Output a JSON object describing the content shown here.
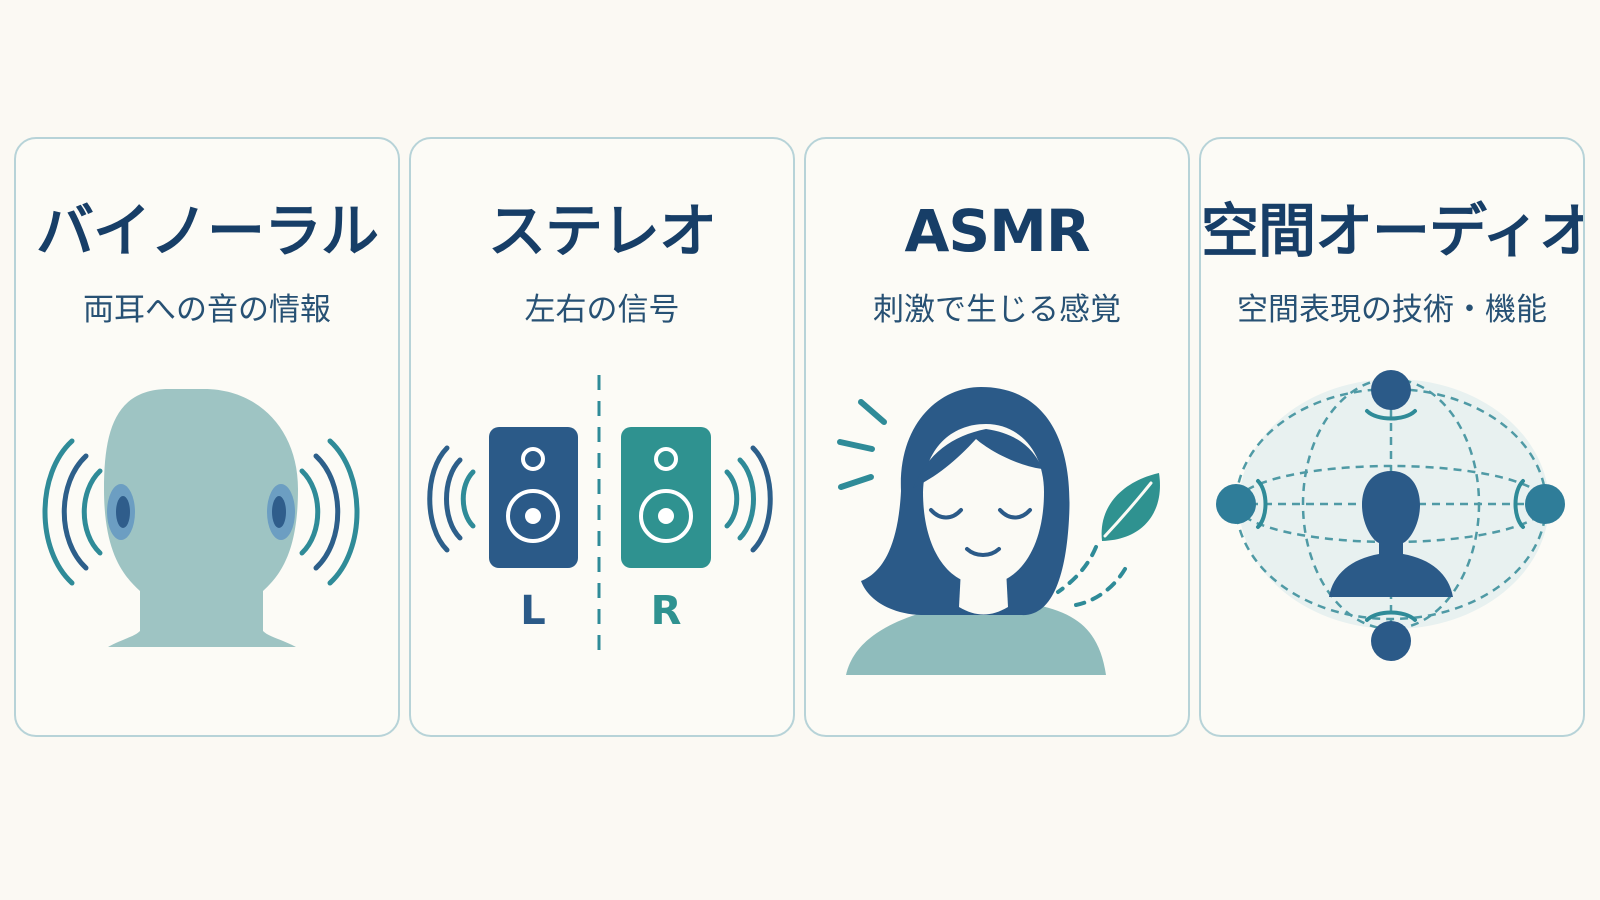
{
  "cards": [
    {
      "title": "バイノーラル",
      "subtitle": "両耳への音の情報",
      "icon": "head-with-sound-waves-icon"
    },
    {
      "title": "ステレオ",
      "subtitle": "左右の信号",
      "icon": "stereo-speakers-icon",
      "left_label": "L",
      "right_label": "R"
    },
    {
      "title": "ASMR",
      "subtitle": "刺激で生じる感覚",
      "icon": "relaxed-woman-icon"
    },
    {
      "title": "空間オーディオ",
      "subtitle": "空間表現の技術・機能",
      "icon": "spatial-audio-sphere-icon"
    }
  ],
  "colors": {
    "background": "#fbf9f3",
    "card_border": "#b7d3d8",
    "title": "#173e67",
    "subtitle": "#275174",
    "navy": "#2b5a88",
    "teal": "#2f9290",
    "light_teal": "#9ec4c3"
  }
}
